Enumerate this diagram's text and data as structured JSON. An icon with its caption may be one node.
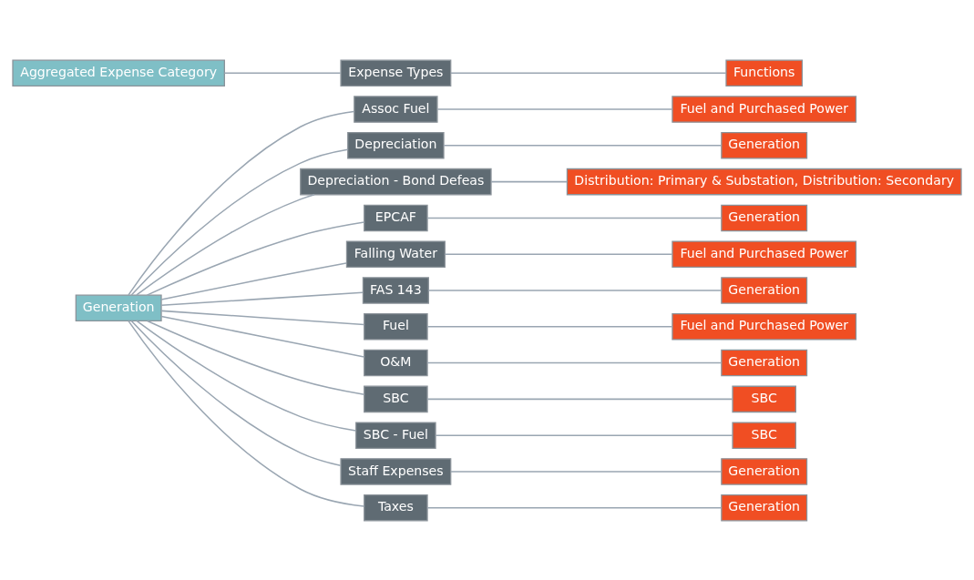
{
  "diagram": {
    "nodes": [
      {
        "text": [
          "Generation"
        ]
      },
      {
        "text": [
          "Assoc Fuel"
        ]
      },
      {
        "text": [
          "Depreciation"
        ]
      },
      {
        "text": [
          "Depreciation - Bond Defeas"
        ]
      },
      {
        "text": [
          "EPCAF"
        ]
      },
      {
        "text": [
          "Falling Water"
        ]
      },
      {
        "text": [
          "FAS 143"
        ]
      },
      {
        "text": [
          "Fuel"
        ]
      },
      {
        "text": [
          "O&M"
        ]
      },
      {
        "text": [
          "SBC"
        ]
      },
      {
        "text": [
          "SBC - Fuel"
        ]
      },
      {
        "text": [
          "Staff Expenses"
        ]
      },
      {
        "text": [
          "Taxes"
        ]
      },
      {
        "text": [
          "Fuel and Purchased Power"
        ]
      },
      {
        "text": [
          "Generation"
        ]
      },
      {
        "text": [
          "Distribution: Primary & Substation, Distribution: Secondary"
        ]
      },
      {
        "text": [
          "Generation"
        ]
      },
      {
        "text": [
          "Fuel and Purchased Power"
        ]
      },
      {
        "text": [
          "Generation"
        ]
      },
      {
        "text": [
          "Fuel and Purchased Power"
        ]
      },
      {
        "text": [
          "Generation"
        ]
      },
      {
        "text": [
          "SBC"
        ]
      },
      {
        "text": [
          "SBC"
        ]
      },
      {
        "text": [
          "Generation"
        ]
      },
      {
        "text": [
          "Generation"
        ]
      },
      {
        "text": [
          "Aggregated Expense Category"
        ]
      },
      {
        "text": [
          "Expense Types"
        ]
      },
      {
        "text": [
          "Functions"
        ]
      }
    ],
    "edges": [
      {
        "from": 0,
        "to": 1,
        "arrow": "none"
      },
      {
        "from": 0,
        "to": 2,
        "arrow": "none"
      },
      {
        "from": 0,
        "to": 3,
        "arrow": "none"
      },
      {
        "from": 0,
        "to": 4,
        "arrow": "none"
      },
      {
        "from": 0,
        "to": 5,
        "arrow": "none"
      },
      {
        "from": 0,
        "to": 6,
        "arrow": "none"
      },
      {
        "from": 0,
        "to": 7,
        "arrow": "none"
      },
      {
        "from": 0,
        "to": 8,
        "arrow": "none"
      },
      {
        "from": 0,
        "to": 9,
        "arrow": "none"
      },
      {
        "from": 0,
        "to": 10,
        "arrow": "none"
      },
      {
        "from": 0,
        "to": 11,
        "arrow": "none"
      },
      {
        "from": 0,
        "to": 12,
        "arrow": "none"
      },
      {
        "from": 1,
        "to": 13,
        "arrow": "none"
      },
      {
        "from": 2,
        "to": 14,
        "arrow": "none"
      },
      {
        "from": 3,
        "to": 15,
        "arrow": "none"
      },
      {
        "from": 4,
        "to": 16,
        "arrow": "none"
      },
      {
        "from": 5,
        "to": 17,
        "arrow": "none"
      },
      {
        "from": 6,
        "to": 18,
        "arrow": "none"
      },
      {
        "from": 7,
        "to": 19,
        "arrow": "none"
      },
      {
        "from": 8,
        "to": 20,
        "arrow": "none"
      },
      {
        "from": 9,
        "to": 21,
        "arrow": "none"
      },
      {
        "from": 10,
        "to": 22,
        "arrow": "none"
      },
      {
        "from": 11,
        "to": 23,
        "arrow": "none"
      },
      {
        "from": 12,
        "to": 24,
        "arrow": "none"
      },
      {
        "from": 25,
        "to": 26,
        "arrow": "none"
      },
      {
        "from": 26,
        "to": 27,
        "arrow": "none"
      }
    ]
  }
}
